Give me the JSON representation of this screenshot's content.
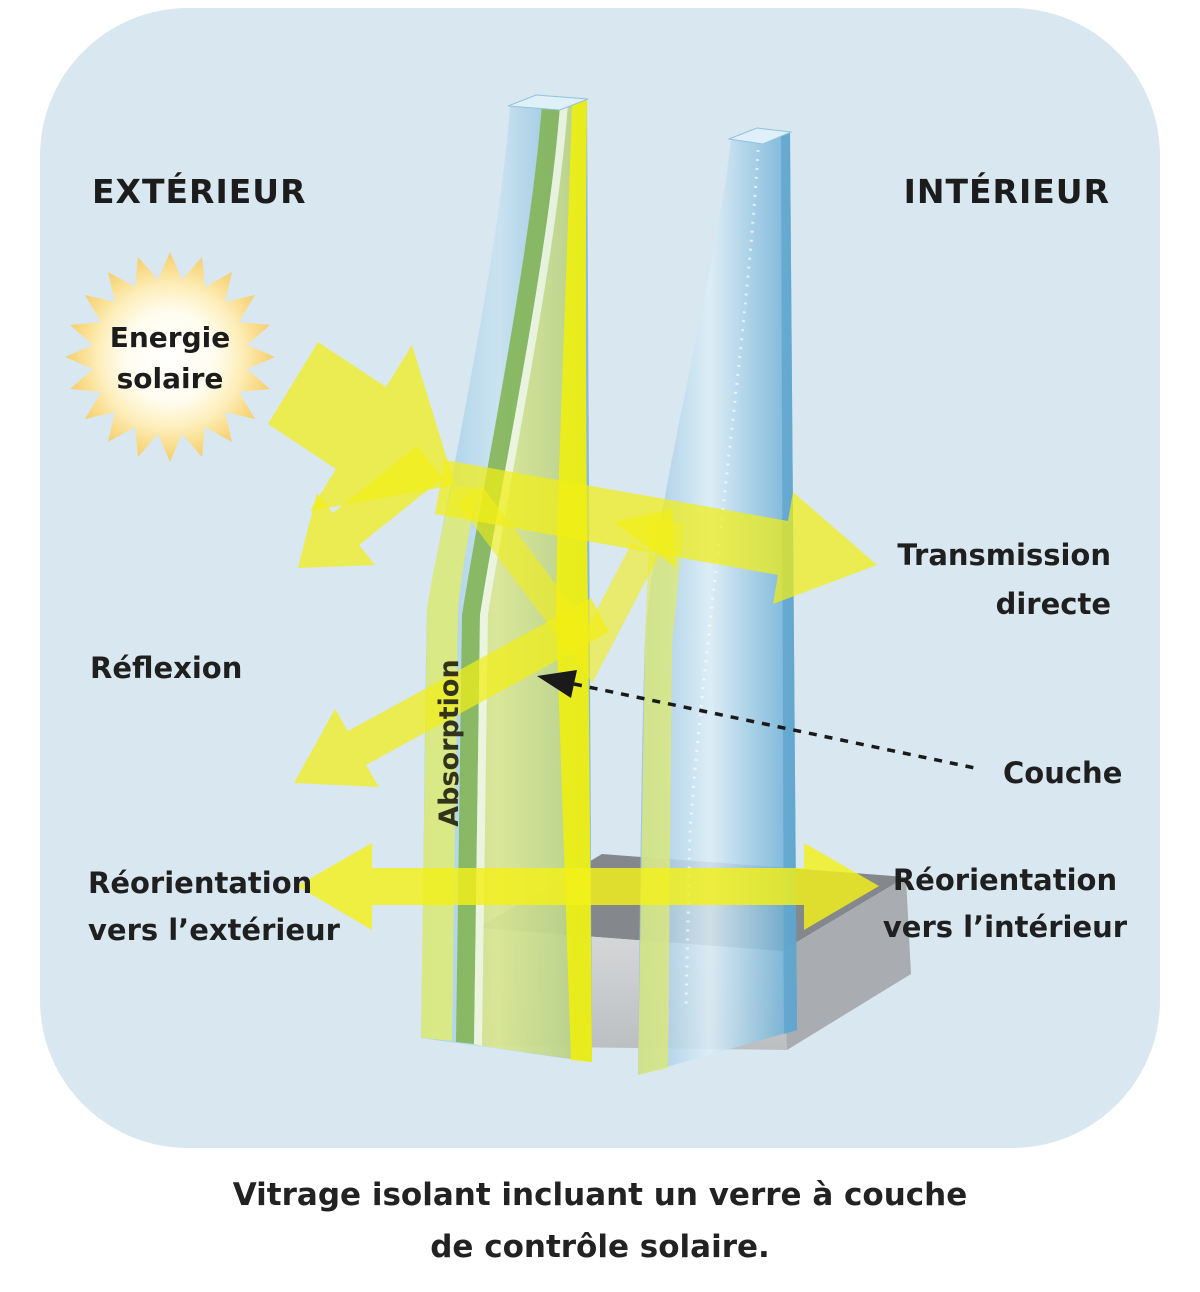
{
  "panel": {
    "exterior_label": "EXTÉRIEUR",
    "interior_label": "INTÉRIEUR"
  },
  "sun": {
    "label_line1": "Energie",
    "label_line2": "solaire"
  },
  "flows": {
    "reflection": "Réflexion",
    "absorption": "Absorption",
    "transmission_line1": "Transmission",
    "transmission_line2": "directe",
    "coating": "Couche",
    "reorientation_exterior_line1": "Réorientation",
    "reorientation_exterior_line2": "vers l’extérieur",
    "reorientation_interior_line1": "Réorientation",
    "reorientation_interior_line2": "vers l’intérieur"
  },
  "caption": {
    "line1": "Vitrage isolant incluant un verre à couche",
    "line2": "de contrôle solaire."
  },
  "colors": {
    "panel_background": "#d9e7f0",
    "arrow_yellow": "#f1ee15",
    "glass_blue": "#7db6da",
    "coating_green": "#84b556",
    "absorption_band": "#dcea7c",
    "spacer_gray": "#85898c",
    "text": "#1c1c1c"
  }
}
